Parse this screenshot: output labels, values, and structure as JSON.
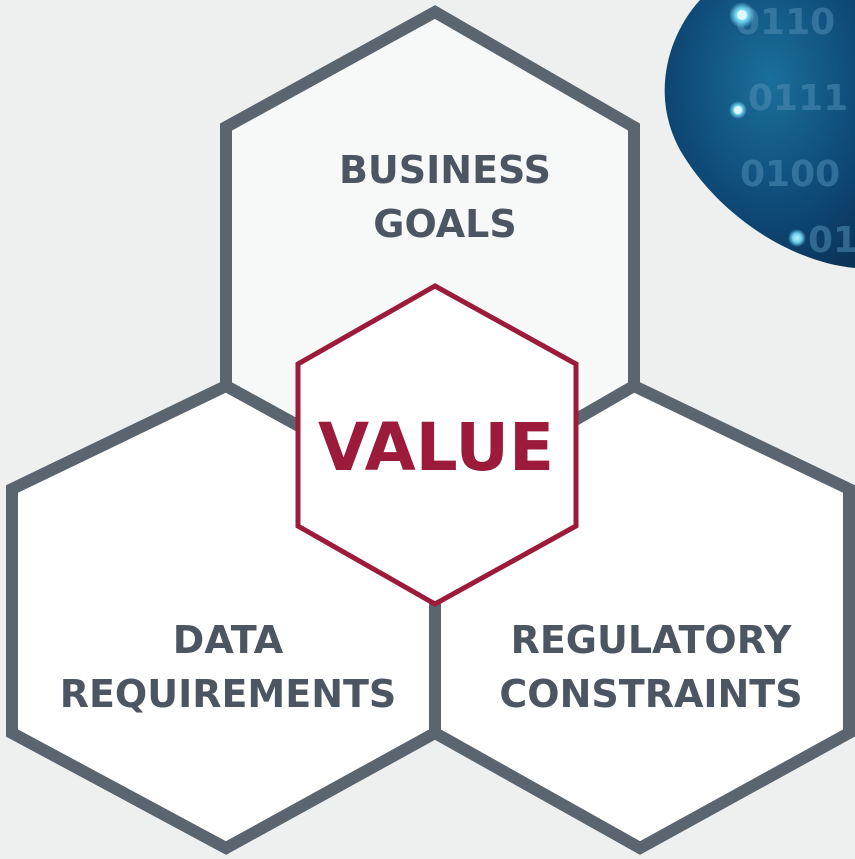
{
  "hexagons": {
    "top": {
      "line1": "BUSINESS",
      "line2": "GOALS"
    },
    "bottom_left": {
      "line1": "DATA",
      "line2": "REQUIREMENTS"
    },
    "bottom_right": {
      "line1": "REGULATORY",
      "line2": "CONSTRAINTS"
    },
    "center": {
      "label": "VALUE"
    }
  },
  "decoration": {
    "binary_lines": [
      "0110",
      "0111",
      "0100",
      "01"
    ]
  },
  "colors": {
    "background": "#eef0f0",
    "hex_fill": "#ffffff",
    "hex_stroke": "#5b6570",
    "label_text": "#4c5663",
    "accent": "#9c1a3a"
  }
}
